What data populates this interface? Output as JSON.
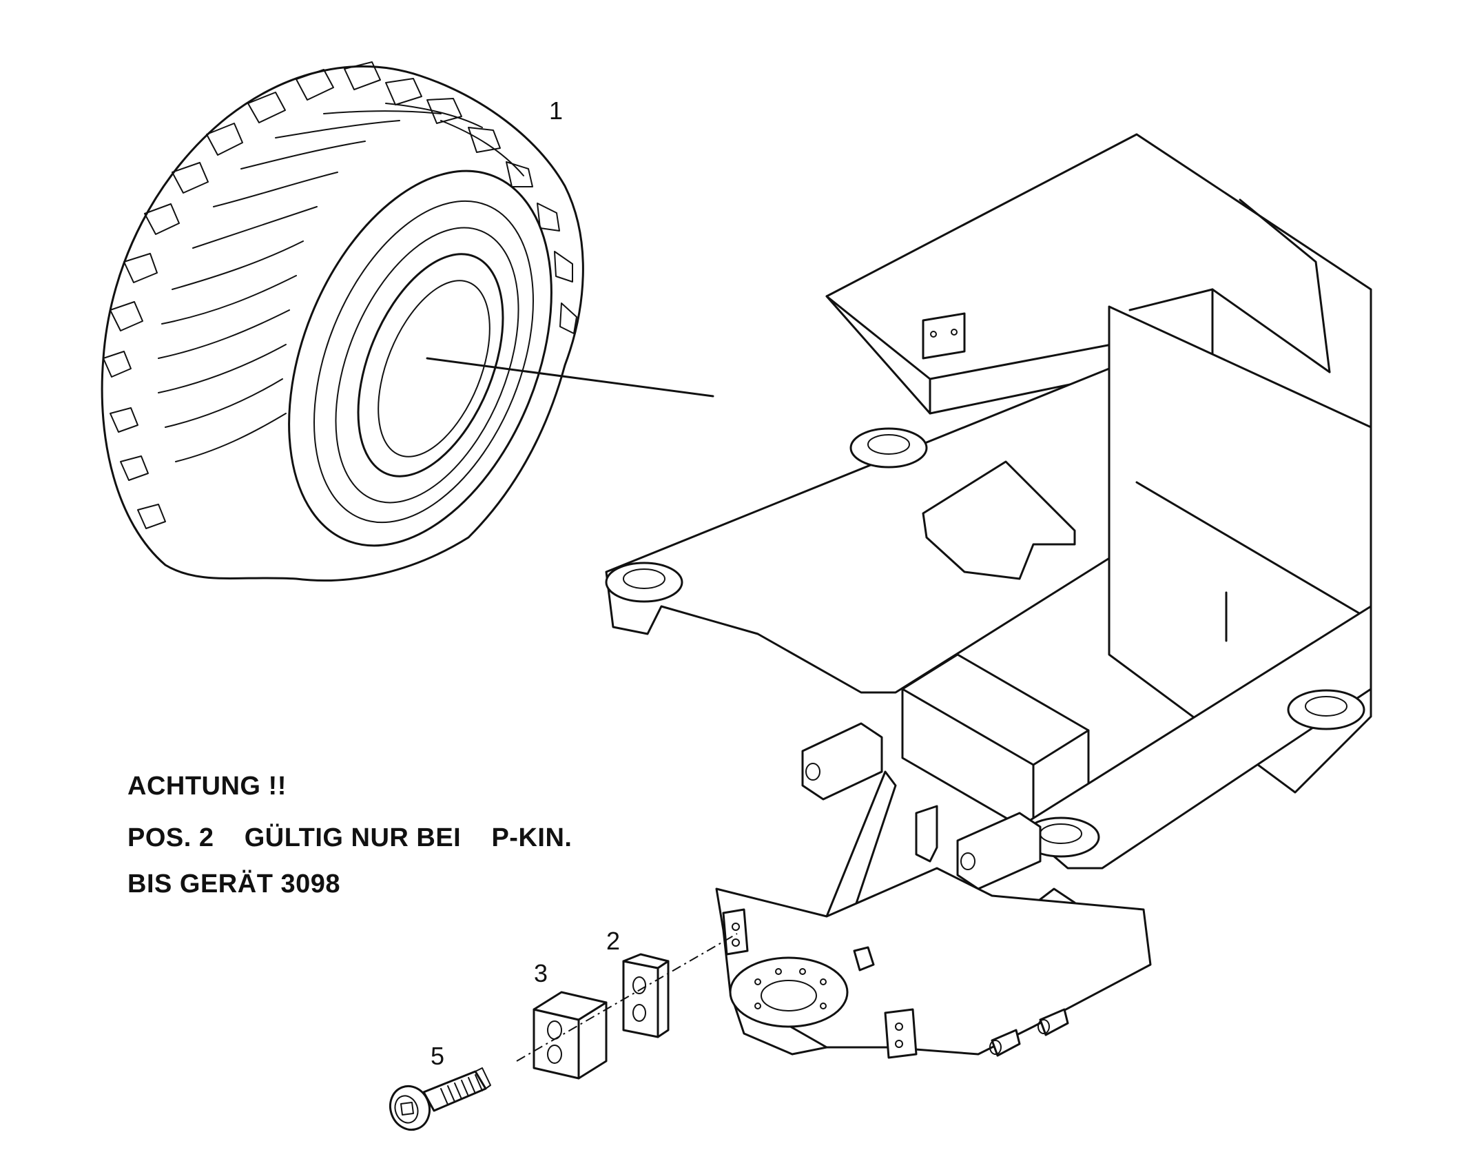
{
  "callouts": {
    "tire": "1",
    "plate": "2",
    "block": "3",
    "bolt": "5"
  },
  "note": {
    "heading": "ACHTUNG !!",
    "line1": "POS. 2    GÜLTIG NUR BEI    P-KIN.",
    "line2": "BIS GERÄT 3098"
  },
  "colors": {
    "ink": "#111111",
    "paper": "#ffffff"
  }
}
